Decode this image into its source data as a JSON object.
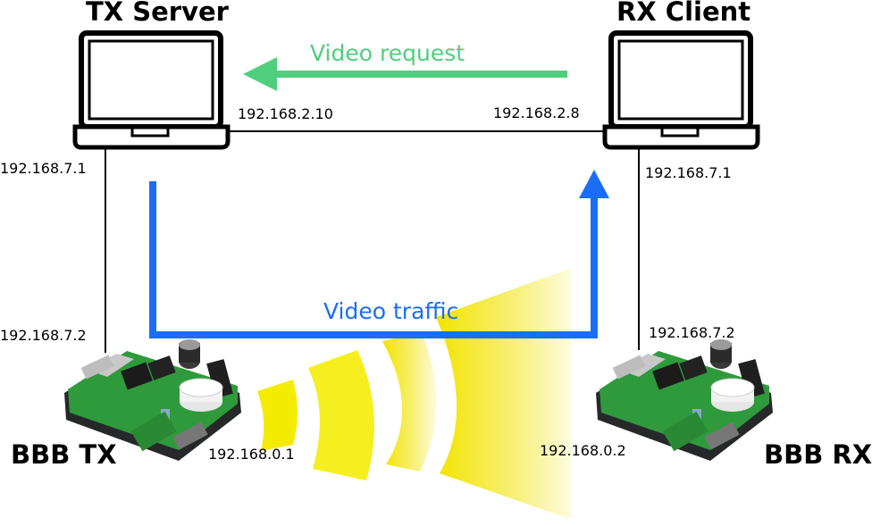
{
  "nodes": {
    "tx_server": "TX Server",
    "rx_client": "RX Client",
    "bbb_tx": "BBB TX",
    "bbb_rx": "BBB RX"
  },
  "flows": {
    "request": {
      "label": "Video request",
      "color": "#4fcf7d"
    },
    "traffic": {
      "label": "Video traffic",
      "color": "#1a6ef5"
    }
  },
  "ips": {
    "tx_lan": "192.168.2.10",
    "rx_lan": "192.168.2.8",
    "tx_usb_host": "192.168.7.1",
    "tx_usb_board": "192.168.7.2",
    "rx_usb_host": "192.168.7.1",
    "rx_usb_board": "192.168.7.2",
    "tx_radio": "192.168.0.1",
    "rx_radio": "192.168.0.2"
  },
  "colors": {
    "board_pcb": "#2f9a3c",
    "wireless": "#f5ea00"
  }
}
